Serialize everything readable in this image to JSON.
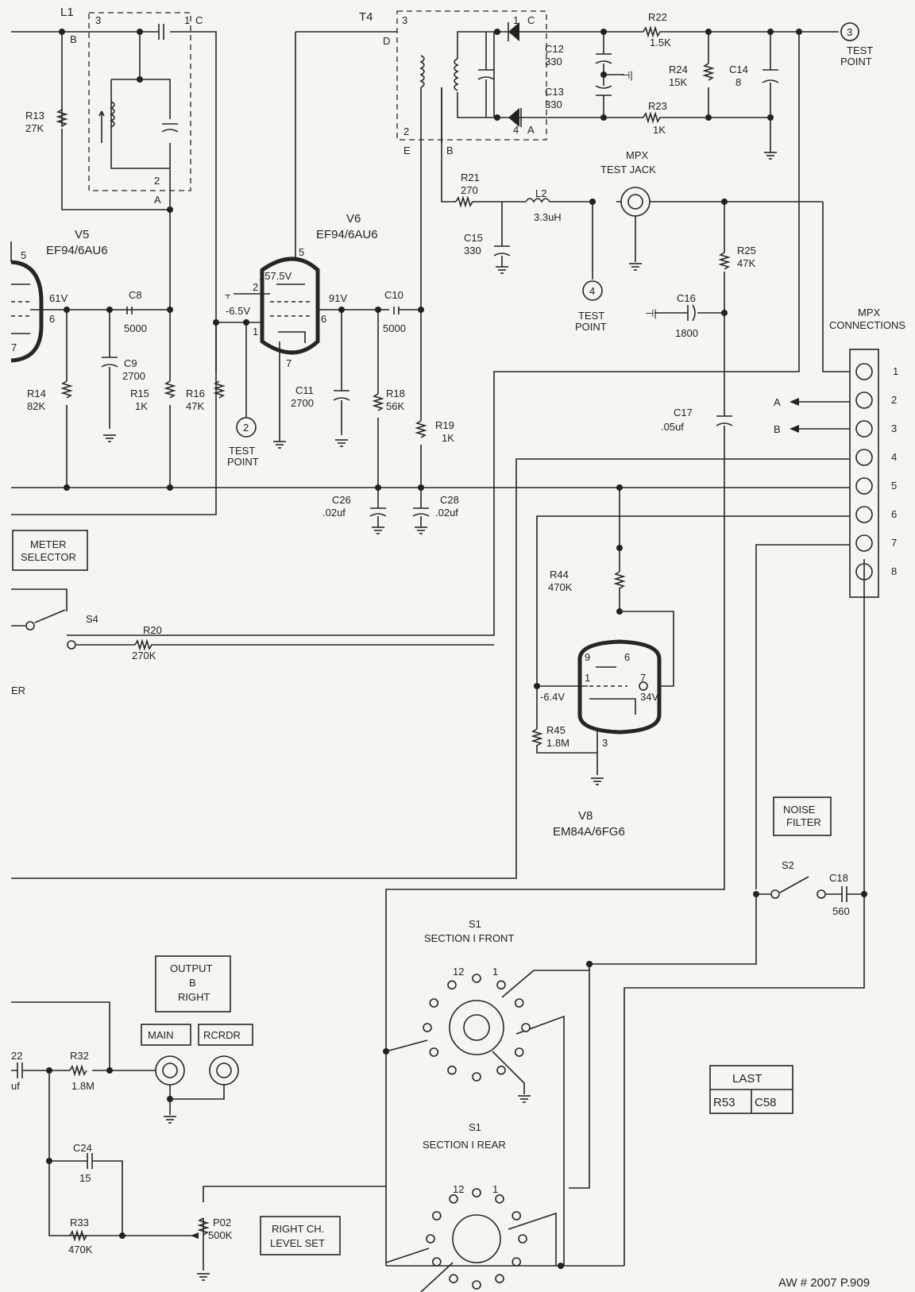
{
  "tubes": {
    "v5": {
      "ref": "V5",
      "type": "EF94/6AU6"
    },
    "v6": {
      "ref": "V6",
      "type": "EF94/6AU6"
    },
    "v8": {
      "ref": "V8",
      "type": "EM84A/6FG6"
    }
  },
  "transformers": {
    "l1": "L1",
    "t4": "T4"
  },
  "pins": {
    "p1": "1",
    "p2": "2",
    "p3": "3",
    "p4": "4",
    "p5": "5",
    "p6": "6",
    "p7": "7",
    "p8": "8",
    "p9": "9",
    "p12": "12",
    "pA": "A",
    "pB": "B",
    "pC": "C",
    "pD": "D",
    "pE": "E"
  },
  "voltages": {
    "v6_plate": "157.5V",
    "v5_screen": "61V",
    "v6_screen": "91V",
    "v6_grid": "-6.5V",
    "v8_grid": "-6.4V",
    "v8_target": "34V"
  },
  "resistors": {
    "R13": [
      "R13",
      "27K"
    ],
    "R14": [
      "R14",
      "82K"
    ],
    "R15": [
      "R15",
      "1K"
    ],
    "R16": [
      "R16",
      "47K"
    ],
    "R18": [
      "R18",
      "56K"
    ],
    "R19": [
      "R19",
      "1K"
    ],
    "R20": [
      "R20",
      "270K"
    ],
    "R21": [
      "R21",
      "270"
    ],
    "R22": [
      "R22",
      "1.5K"
    ],
    "R23": [
      "R23",
      "1K"
    ],
    "R24": [
      "R24",
      "15K"
    ],
    "R25": [
      "R25",
      "47K"
    ],
    "R32": [
      "R32",
      "1.8M"
    ],
    "R33": [
      "R33",
      "470K"
    ],
    "R44": [
      "R44",
      "470K"
    ],
    "R45": [
      "R45",
      "1.8M"
    ]
  },
  "capacitors": {
    "C8": [
      "C8",
      "5000"
    ],
    "C9": [
      "C9",
      "2700"
    ],
    "C10": [
      "C10",
      "5000"
    ],
    "C11": [
      "C11",
      "2700"
    ],
    "C12": [
      "C12",
      "330"
    ],
    "C13": [
      "C13",
      "330"
    ],
    "C14": [
      "C14",
      "8"
    ],
    "C15": [
      "C15",
      "330"
    ],
    "C16": [
      "C16",
      "1800"
    ],
    "C17": [
      "C17",
      ".05uf"
    ],
    "C18": [
      "C18",
      "560"
    ],
    "C24": [
      "C24",
      "15"
    ],
    "C26": [
      "C26",
      ".02uf"
    ],
    "C28": [
      "C28",
      ".02uf"
    ]
  },
  "inductor_l2": [
    "L2",
    "3.3uH"
  ],
  "potentiometer": [
    "P02",
    "500K"
  ],
  "switches": {
    "s2": "S2",
    "s4": "S4"
  },
  "test_point_label": [
    "TEST",
    "POINT"
  ],
  "test_point_numbers": [
    "2",
    "3",
    "4"
  ],
  "mpx_jack": [
    "MPX",
    "TEST JACK"
  ],
  "mpx_connections": {
    "title": [
      "MPX",
      "CONNECTIONS"
    ],
    "pins": [
      "1",
      "2",
      "3",
      "4",
      "5",
      "6",
      "7",
      "8"
    ],
    "arrow_a": "A",
    "arrow_b": "B"
  },
  "boxes": {
    "meter_selector": [
      "METER",
      "SELECTOR"
    ],
    "noise_filter": [
      "NOISE",
      "FILTER"
    ],
    "output_b_right": [
      "OUTPUT",
      "B",
      "RIGHT"
    ],
    "main": "MAIN",
    "rcrdr": "RCRDR",
    "right_level": [
      "RIGHT CH.",
      "LEVEL SET"
    ],
    "last": {
      "title": "LAST",
      "r": "R53",
      "c": "C58"
    }
  },
  "switch_s1": {
    "front": [
      "S1",
      "SECTION I FRONT"
    ],
    "rear": [
      "S1",
      "SECTION I REAR"
    ],
    "pos_12": "12",
    "pos_1": "1"
  },
  "clipped_left": {
    "er": "ER",
    "c22": "22",
    "uf": "uf"
  },
  "footer": "AW # 2007 P.909"
}
